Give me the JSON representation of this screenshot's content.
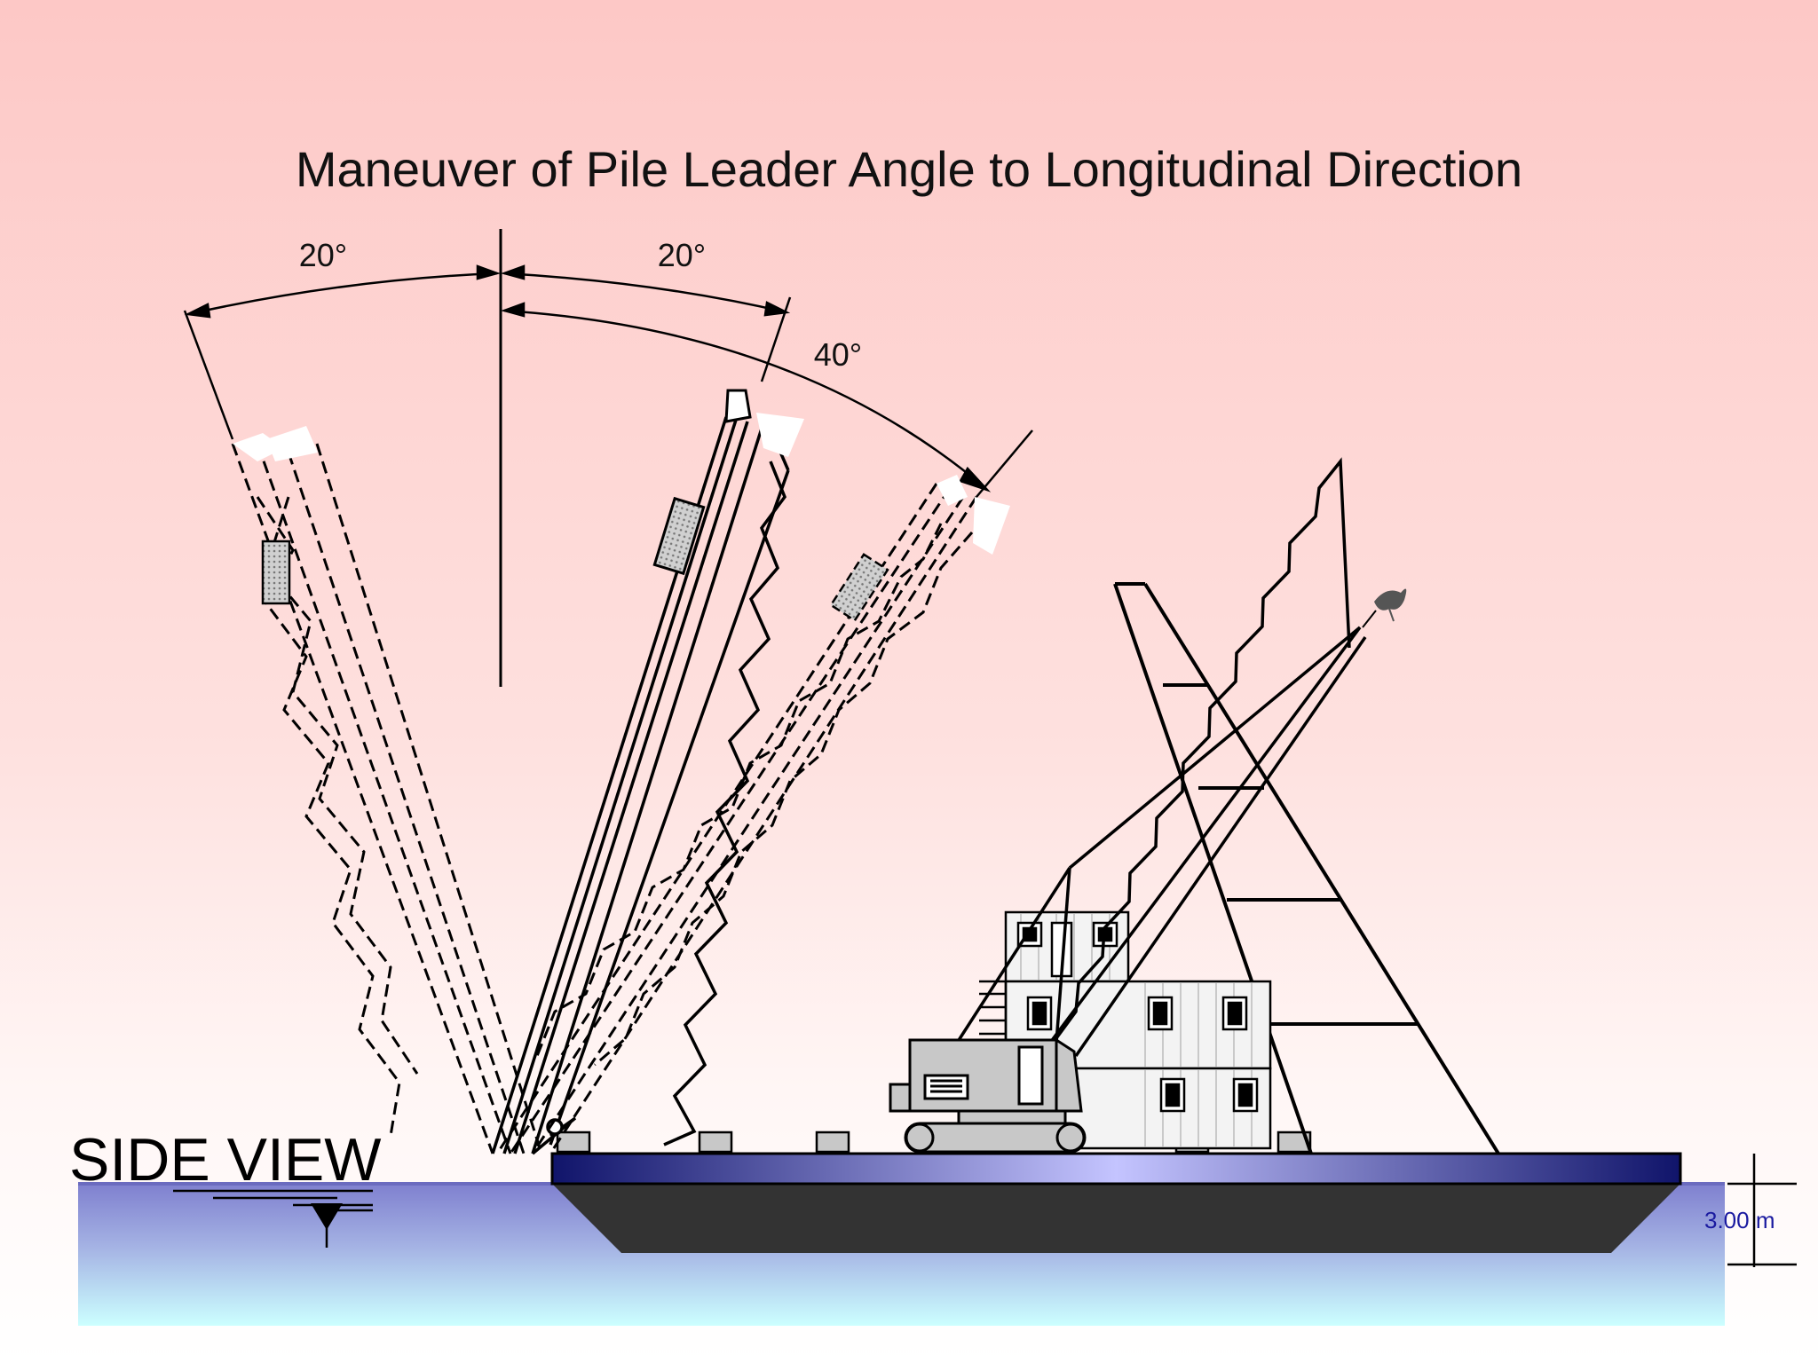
{
  "title": "Maneuver of Pile Leader Angle to Longitudinal Direction",
  "angles": {
    "left": "20°",
    "right": "20°",
    "total": "40°"
  },
  "view_label": "SIDE VIEW",
  "draft_label": "3.00 m",
  "colors": {
    "background_top": "#fdc8c6",
    "water": "#8c8cd6",
    "hull": "#333333",
    "deck": "#1b1f7a",
    "machine": "#c8c8c8"
  }
}
